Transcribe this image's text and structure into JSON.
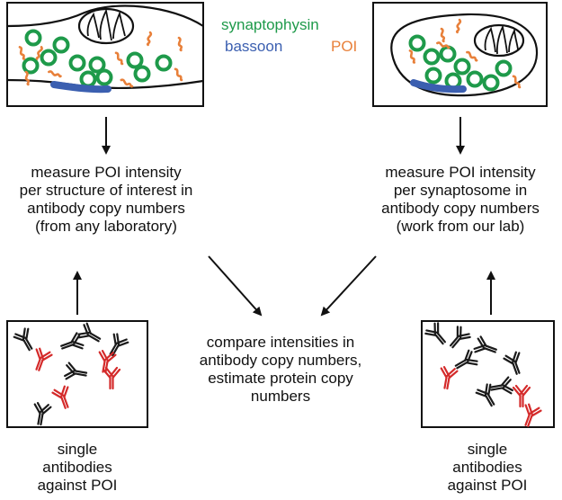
{
  "legend": {
    "synaptophysin": "synaptophysin",
    "bassoon": "bassoon",
    "poi": "POI"
  },
  "colors": {
    "synaptophysin": "#1e9a4a",
    "bassoon": "#3b5fb0",
    "poi": "#e8803a",
    "antibody_dark": "#1a1a1a",
    "antibody_red": "#d42a2a"
  },
  "steps": {
    "left_measure": {
      "lines": [
        "measure POI intensity",
        "per structure of interest in",
        "antibody copy numbers",
        "(from any laboratory)"
      ]
    },
    "right_measure": {
      "lines": [
        "measure POI intensity",
        "per synaptosome in",
        "antibody copy numbers",
        "(work from our lab)"
      ]
    },
    "compare": {
      "lines": [
        "compare intensities in",
        "antibody copy numbers,",
        "estimate protein copy",
        "numbers"
      ]
    },
    "left_antibodies": {
      "lines": [
        "single",
        "antibodies",
        "against POI"
      ]
    },
    "right_antibodies": {
      "lines": [
        "single",
        "antibodies",
        "against POI"
      ]
    }
  }
}
